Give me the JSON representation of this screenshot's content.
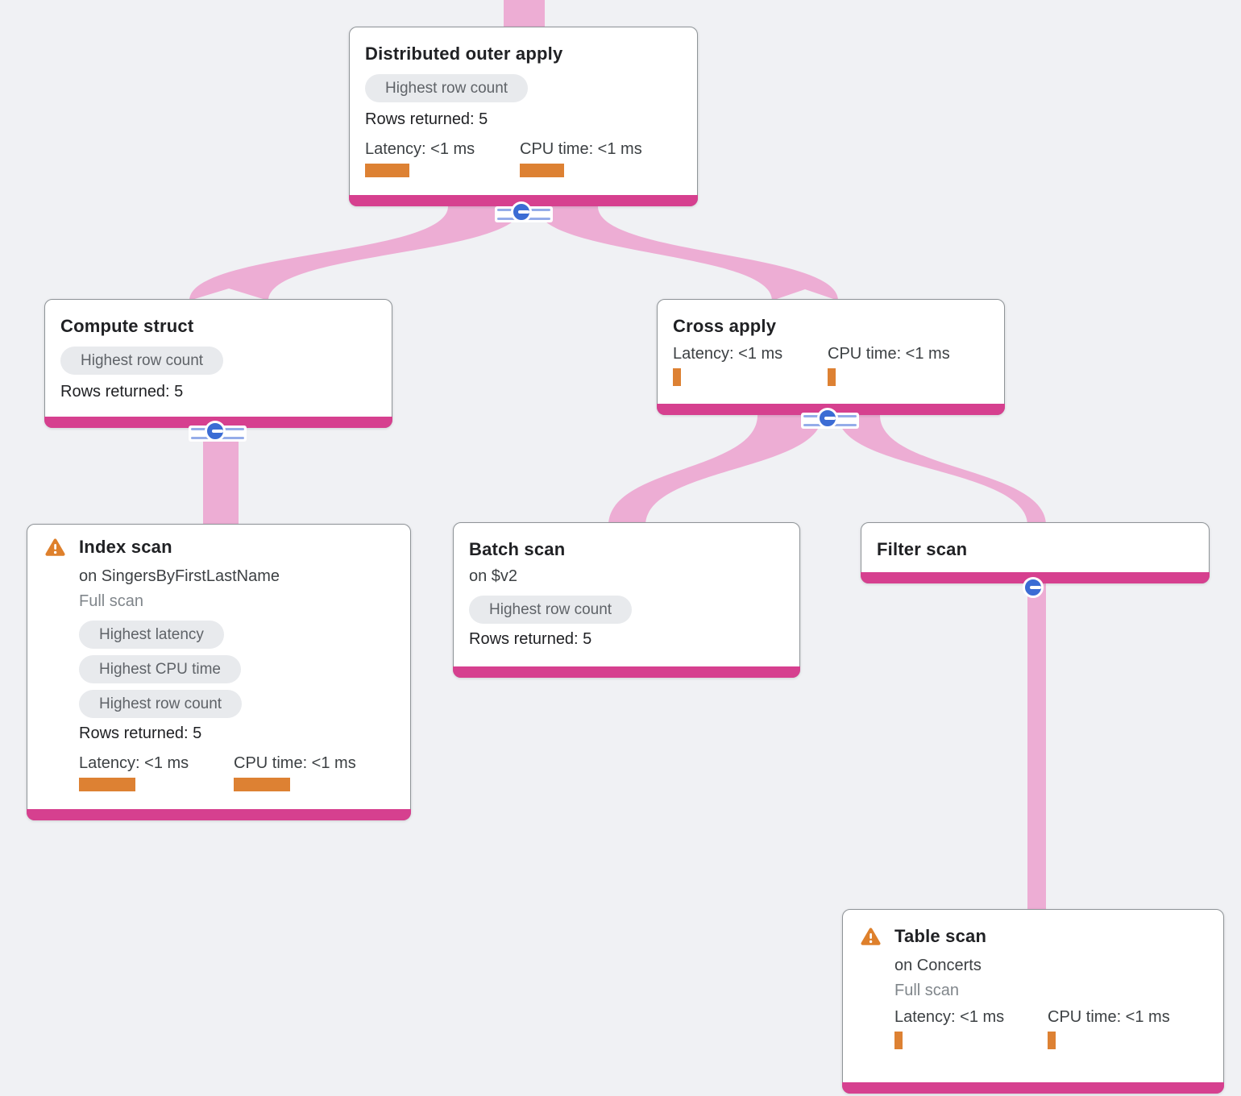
{
  "colors": {
    "bg": "#F0F1F4",
    "accent": "#D6408F",
    "ribbon": "#EDADD4",
    "orange": "#DD8133",
    "warn": "#DE802C",
    "blue": "#3B6CD4",
    "stripe": "#95ACE9",
    "pillbg": "#E8EAED",
    "pilltx": "#5F6368"
  },
  "nodes": {
    "distributed_outer_apply": {
      "title": "Distributed outer apply",
      "badge": "Highest row count",
      "rows_returned": "Rows returned: 5",
      "latency_label": "Latency: <1 ms",
      "cpu_label": "CPU time: <1 ms"
    },
    "compute_struct": {
      "title": "Compute struct",
      "badge": "Highest row count",
      "rows_returned": "Rows returned: 5"
    },
    "cross_apply": {
      "title": "Cross apply",
      "latency_label": "Latency: <1 ms",
      "cpu_label": "CPU time: <1 ms"
    },
    "index_scan": {
      "title": "Index scan",
      "subtitle": "on SingersByFirstLastName",
      "note": "Full scan",
      "badges": [
        "Highest latency",
        "Highest CPU time",
        "Highest row count"
      ],
      "rows_returned": "Rows returned: 5",
      "latency_label": "Latency: <1 ms",
      "cpu_label": "CPU time: <1 ms"
    },
    "batch_scan": {
      "title": "Batch scan",
      "subtitle": "on $v2",
      "badge": "Highest row count",
      "rows_returned": "Rows returned: 5"
    },
    "filter_scan": {
      "title": "Filter scan"
    },
    "table_scan": {
      "title": "Table scan",
      "subtitle": "on Concerts",
      "note": "Full scan",
      "latency_label": "Latency: <1 ms",
      "cpu_label": "CPU time: <1 ms"
    }
  }
}
